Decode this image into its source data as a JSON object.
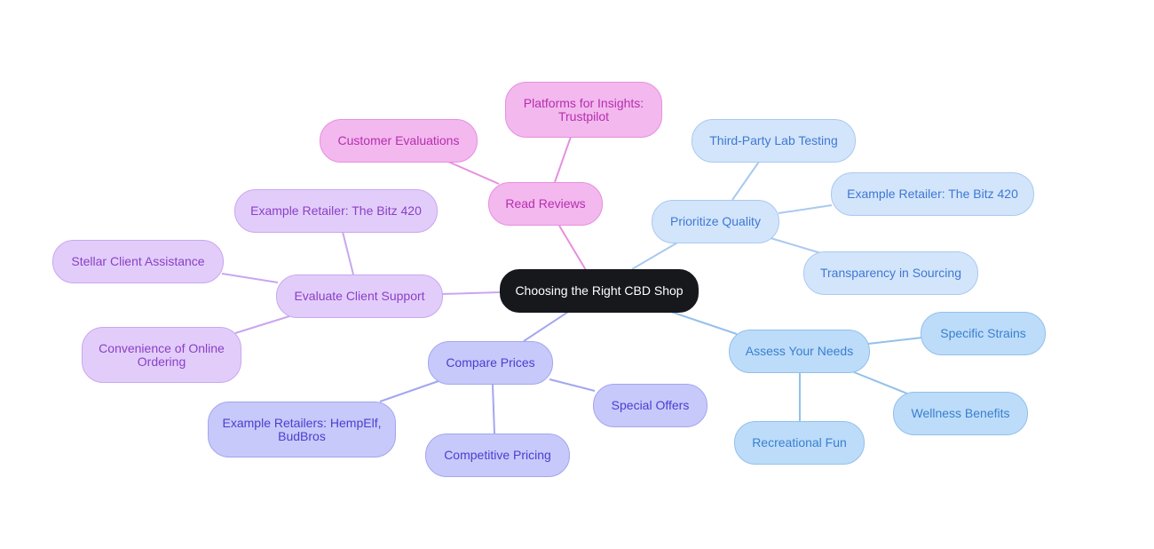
{
  "colors": {
    "root": "#16181c",
    "read_reviews": "#f3b8ee",
    "client_support": "#e2cdfa",
    "compare_prices": "#c7c9fa",
    "quality": "#d3e5fb",
    "needs": "#bcdcf9"
  },
  "mindmap": {
    "root": "Choosing the Right CBD Shop",
    "read_reviews": {
      "label": "Read Reviews",
      "children": [
        "Platforms for Insights: Trustpilot",
        "Customer Evaluations"
      ]
    },
    "client_support": {
      "label": "Evaluate Client Support",
      "children": [
        "Example Retailer: The Bitz 420",
        "Stellar Client Assistance",
        "Convenience of Online Ordering"
      ]
    },
    "compare_prices": {
      "label": "Compare Prices",
      "children": [
        "Example Retailers: HempElf, BudBros",
        "Competitive Pricing",
        "Special Offers"
      ]
    },
    "quality": {
      "label": "Prioritize Quality",
      "children": [
        "Third-Party Lab Testing",
        "Example Retailer: The Bitz 420",
        "Transparency in Sourcing"
      ]
    },
    "needs": {
      "label": "Assess Your Needs",
      "children": [
        "Specific Strains",
        "Wellness Benefits",
        "Recreational Fun"
      ]
    }
  }
}
